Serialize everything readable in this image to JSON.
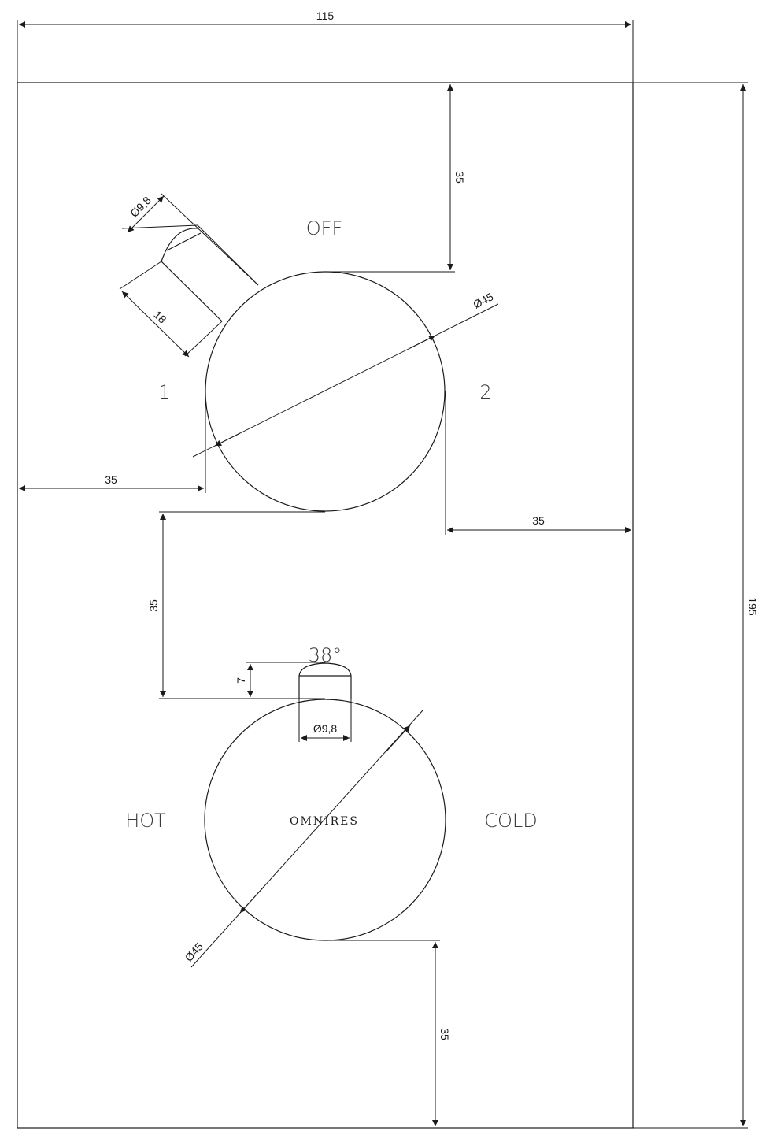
{
  "labels": {
    "off": "OFF",
    "pos1": "1",
    "pos2": "2",
    "hot": "HOT",
    "cold": "COLD",
    "brand": "OMNIRES",
    "angle": "38°"
  },
  "dimensions": {
    "overall_width": "115",
    "overall_height": "195",
    "top_to_upper_knob": "35",
    "upper_left_offset": "35",
    "upper_right_offset": "35",
    "between_knobs": "35",
    "lower_knob_to_bottom": "35",
    "upper_knob_diameter": "Ø45",
    "lower_knob_diameter": "Ø45",
    "upper_lever_diameter": "Ø9,8",
    "upper_lever_length": "18",
    "lower_lever_diameter": "Ø9,8",
    "lower_lever_height": "7"
  }
}
